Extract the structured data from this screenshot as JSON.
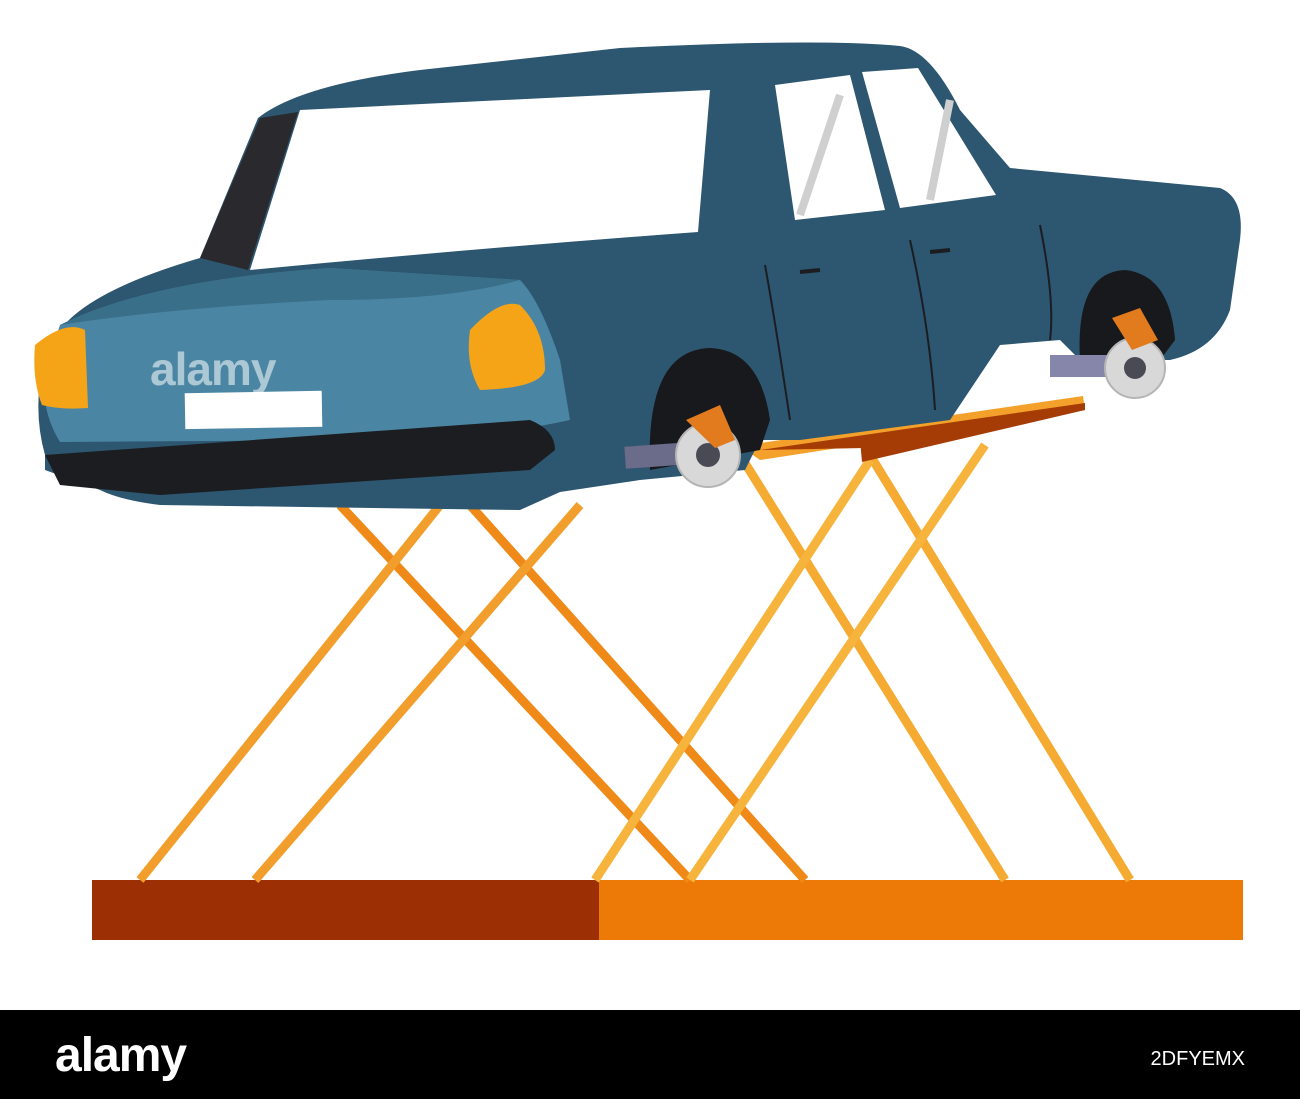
{
  "watermark": {
    "text": "alamy"
  },
  "footer": {
    "logo_text": "alamy",
    "image_id": "2DFYEMX"
  },
  "colors": {
    "car_body": "#2d5670",
    "car_rear": "#3f7a96",
    "lift_orange": "#f3a12a",
    "lift_dark": "#e07d10",
    "base_left": "#9c2f04",
    "base_right": "#ed7a07",
    "footer_bg": "#000000"
  },
  "icons": [
    "car-illustration",
    "scissor-lift",
    "brake-disc-icon"
  ]
}
